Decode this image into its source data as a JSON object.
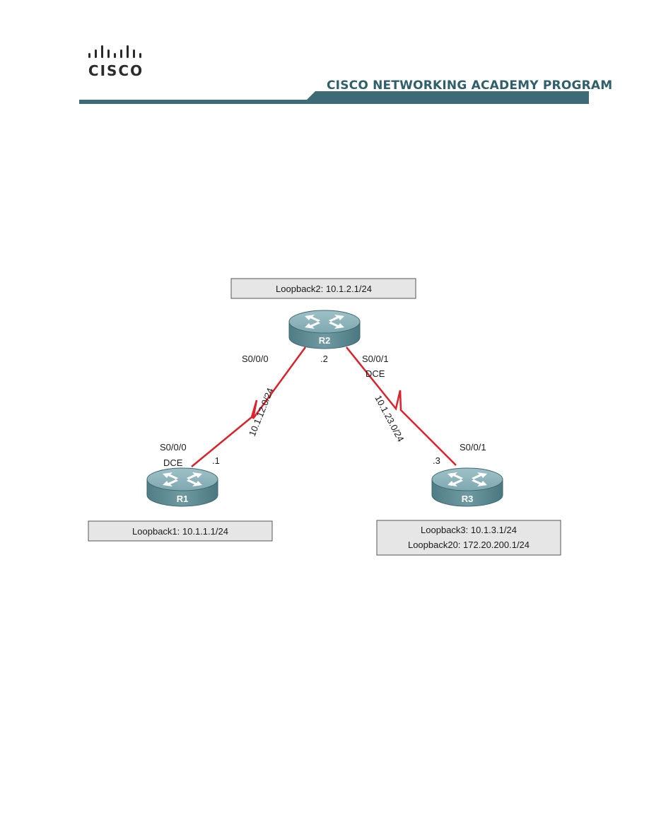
{
  "header": {
    "logo_text": "CISCO",
    "program_title": "CISCO NETWORKING ACADEMY PROGRAM"
  },
  "colors": {
    "accent": "#3d6b75",
    "router_body": "#6f9aa2",
    "serial_link": "#e0202a",
    "box_fill": "#e6e6e6"
  },
  "routers": [
    {
      "id": "r2",
      "name": "R2"
    },
    {
      "id": "r1",
      "name": "R1"
    },
    {
      "id": "r3",
      "name": "R3"
    }
  ],
  "loopbacks": {
    "r2": [
      "Loopback2: 10.1.2.1/24"
    ],
    "r1": [
      "Loopback1: 10.1.1.1/24"
    ],
    "r3": [
      "Loopback3: 10.1.3.1/24",
      "Loopback20: 172.20.200.1/24"
    ]
  },
  "links": {
    "r1_r2": {
      "network": "10.1.12.0/24",
      "r2_interface": "S0/0/0",
      "r2_host": ".2",
      "r1_interface": "S0/0/0",
      "r1_role": "DCE",
      "r1_host": ".1"
    },
    "r2_r3": {
      "network": "10.1.23.0/24",
      "r2_interface": "S0/0/1",
      "r2_role": "DCE",
      "r3_interface": "S0/0/1",
      "r3_host": ".3"
    }
  }
}
